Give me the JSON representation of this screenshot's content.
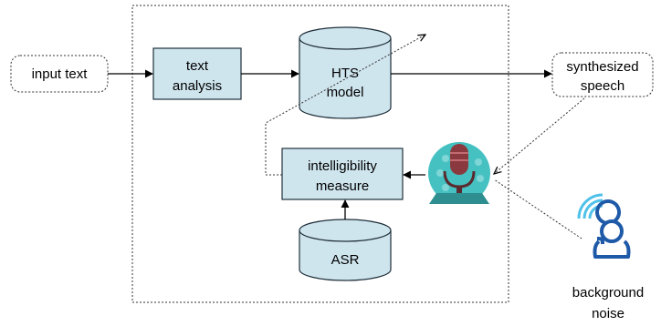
{
  "nodes": {
    "input_text": "input text",
    "text_analysis": [
      "text",
      "analysis"
    ],
    "hts_model": [
      "HTS",
      "model"
    ],
    "synthesized_speech": [
      "synthesized",
      "speech"
    ],
    "intelligibility_measure": [
      "intelligibility",
      "measure"
    ],
    "asr": "ASR",
    "background_noise": [
      "background",
      "noise"
    ]
  },
  "icons": {
    "microphone": "microphone-icon",
    "listener": "person-with-sound-waves-icon"
  },
  "colors": {
    "box_fill": "#cfe5ee",
    "box_stroke": "#1f2f3a",
    "arrow": "#000000",
    "dotted": "#333333",
    "mic_bg": "#46c1c2",
    "mic_body": "#8a3a3f",
    "person_blue": "#1f5aa8"
  }
}
